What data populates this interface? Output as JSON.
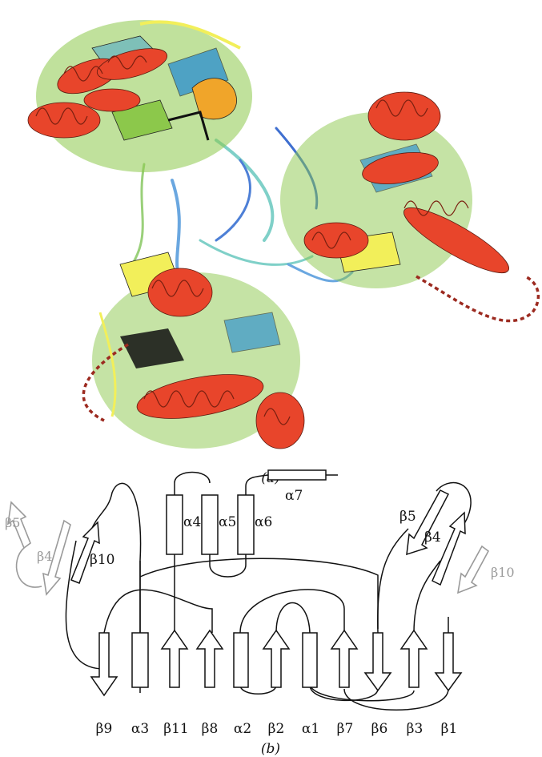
{
  "panels": {
    "a_label": "(a)",
    "b_label": "(b)"
  },
  "colors": {
    "helix_red": "#e8452b",
    "strand_green": "#8cc84b",
    "strand_blue": "#1e88d6",
    "cyan": "#7fd0c8",
    "yellow": "#f2ef5a",
    "orange": "#f0a52a",
    "dotted_loop": "#9c2a20",
    "topology_line": "#111111",
    "ghost_arrow": "#9a9a9a"
  },
  "topology": {
    "bottom_row": [
      "β9",
      "α3",
      "β11",
      "β8",
      "α2",
      "β2",
      "α1",
      "β7",
      "β6",
      "β3",
      "β1"
    ],
    "upper_helices": [
      "α4",
      "α5",
      "α6"
    ],
    "top_helix": "α7",
    "beta10": "β10",
    "beta5": "β5",
    "beta4": "β4",
    "ghost": {
      "left_b5": "β5",
      "left_b4": "β4",
      "right_b10": "β10"
    }
  }
}
